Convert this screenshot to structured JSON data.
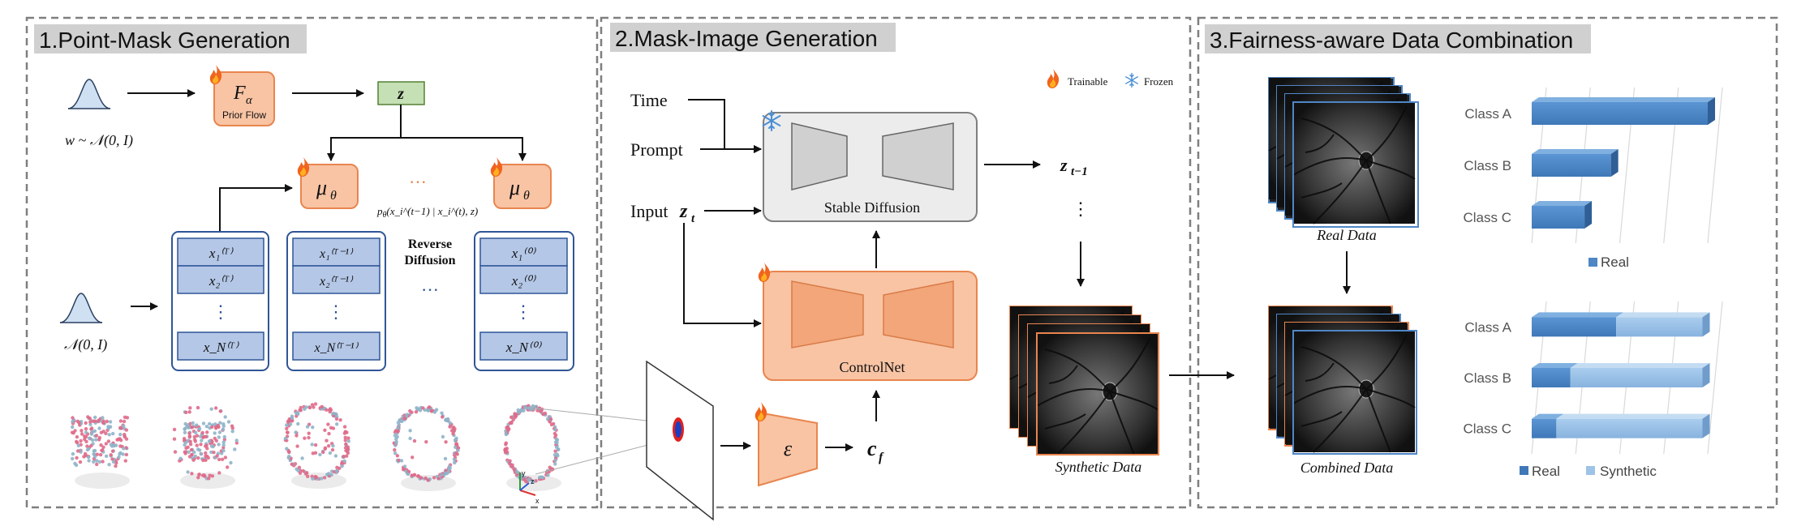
{
  "panels": {
    "p1": {
      "title": "1.Point-Mask Generation"
    },
    "p2": {
      "title": "2.Mask-Image Generation"
    },
    "p3": {
      "title": "3.Fairness-aware Data Combination"
    }
  },
  "p1": {
    "w_label": "w ~ 𝒩(0, I)",
    "n_label": "𝒩(0, I)",
    "prior_flow_symbol": "F",
    "prior_flow_sub": "α",
    "prior_flow_label": "Prior Flow",
    "z_label": "z",
    "mu_symbol": "μ",
    "mu_sub": "θ",
    "ellipsis_top": "···",
    "transition_label": "p",
    "transition_sub": "θ",
    "transition_rest": "(x",
    "transition_full": "(x_i^(t−1) | x_i^(t), z)",
    "reverse_diffusion_1": "Reverse",
    "reverse_diffusion_2": "Diffusion",
    "ellipsis_mid": "···",
    "vdots": "⋮",
    "col_T": [
      "x₁⁽ᵀ⁾",
      "x₂⁽ᵀ⁾",
      "x_N⁽ᵀ⁾"
    ],
    "col_T1": [
      "x₁⁽ᵀ⁻¹⁾",
      "x₂⁽ᵀ⁻¹⁾",
      "x_N⁽ᵀ⁻¹⁾"
    ],
    "col_0": [
      "x₁⁽⁰⁾",
      "x₂⁽⁰⁾",
      "x_N⁽⁰⁾"
    ],
    "axis_labels": {
      "x": "x",
      "y": "y",
      "z": "z"
    }
  },
  "p2": {
    "legend_trainable": "Trainable",
    "legend_frozen": "Frozen",
    "time_label": "Time",
    "prompt_label": "Prompt",
    "input_label": "Input",
    "input_var": "z",
    "input_sub": "t",
    "stable_diffusion": "Stable Diffusion",
    "controlnet": "ControlNet",
    "encoder_symbol": "ε",
    "cf_symbol": "c",
    "cf_sub": "f",
    "zt1_symbol": "z",
    "zt1_sub": "t−1",
    "vdots": "⋮",
    "synthetic_data": "Synthetic Data"
  },
  "p3": {
    "real_data": "Real Data",
    "combined_data": "Combined Data",
    "chart_top_legend": "Real",
    "chart_bottom_legend_real": "Real",
    "chart_bottom_legend_syn": "Synthetic"
  },
  "colors": {
    "orange_fill": "#f8c4a4",
    "orange_stroke": "#e9854e",
    "blue_fill": "#b4c7e7",
    "blue_stroke": "#2f5597",
    "green_fill": "#c5e0b4",
    "bar_real": "#4f86c6",
    "bar_syn": "#9dc3e6",
    "panel_border": "#7f7f7f"
  },
  "chart_data": [
    {
      "type": "bar",
      "orientation": "horizontal",
      "categories": [
        "Class A",
        "Class B",
        "Class C"
      ],
      "series": [
        {
          "name": "Real",
          "values": [
            1.0,
            0.45,
            0.3
          ]
        }
      ],
      "legend": "bottom"
    },
    {
      "type": "bar",
      "orientation": "horizontal",
      "stacked": true,
      "categories": [
        "Class A",
        "Class B",
        "Class C"
      ],
      "series": [
        {
          "name": "Real",
          "values": [
            0.48,
            0.22,
            0.14
          ]
        },
        {
          "name": "Synthetic",
          "values": [
            0.49,
            0.75,
            0.83
          ]
        }
      ],
      "legend": "bottom"
    }
  ]
}
